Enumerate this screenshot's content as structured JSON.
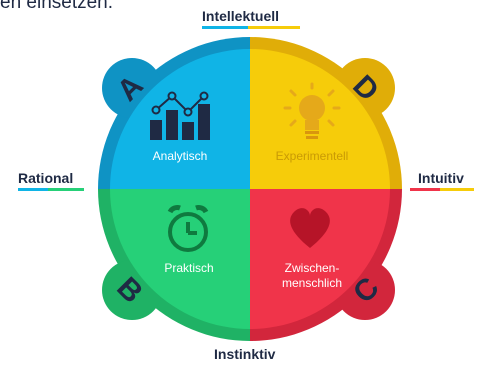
{
  "header_text": "en einsetzen.",
  "axes": {
    "top": "Intellektuell",
    "bottom": "Instinktiv",
    "left": "Rational",
    "right": "Intuitiv"
  },
  "quadrants": {
    "a": {
      "letter": "A",
      "label": "Analytisch",
      "icon": "bar-chart-icon"
    },
    "d": {
      "letter": "D",
      "label": "Experimentell",
      "icon": "lightbulb-icon"
    },
    "b": {
      "letter": "B",
      "label": "Praktisch",
      "icon": "alarm-clock-icon"
    },
    "c": {
      "letter": "C",
      "label_line1": "Zwischen-",
      "label_line2": "menschlich",
      "icon": "heart-icon"
    }
  },
  "colors": {
    "blue": "#10b4e6",
    "yellow": "#f6cc0a",
    "green": "#26d078",
    "red": "#f0344a",
    "dark": "#1f2a44"
  }
}
